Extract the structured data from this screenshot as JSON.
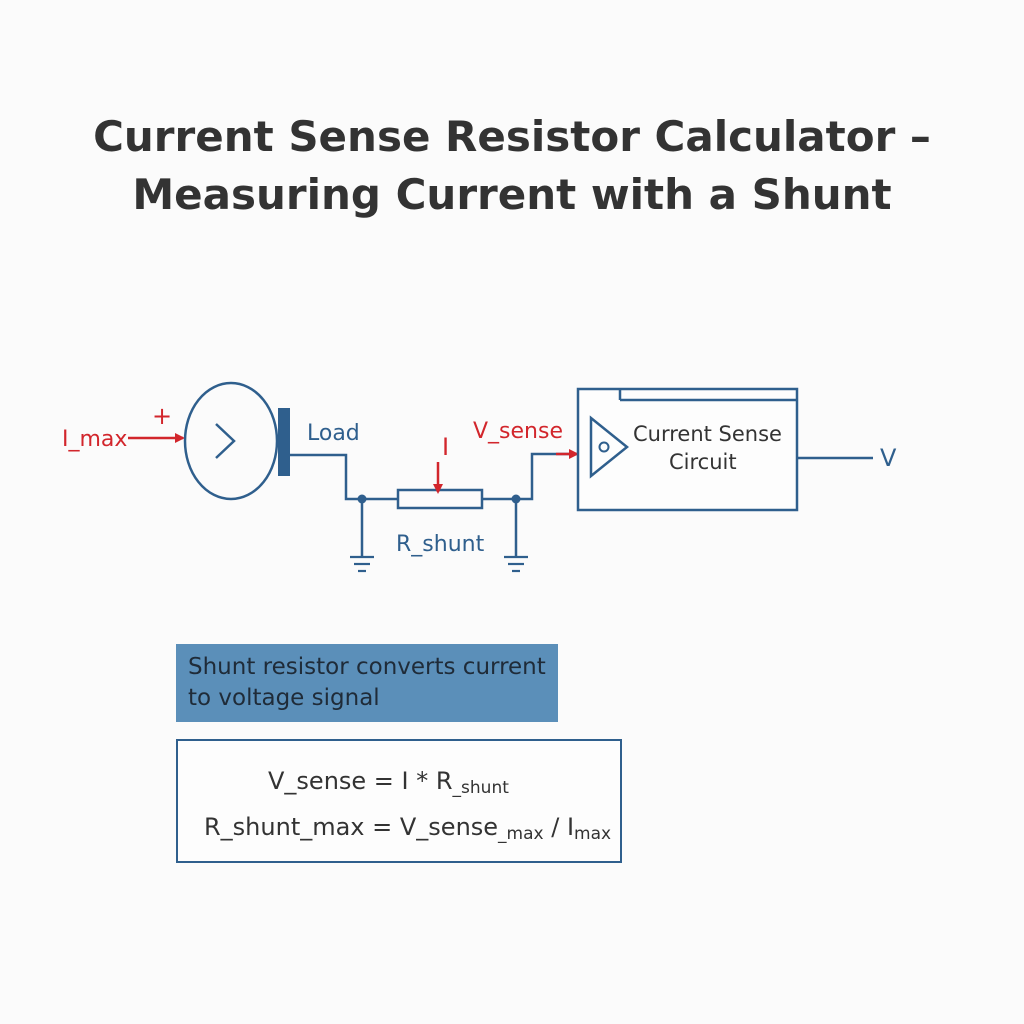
{
  "title": {
    "line1": "Current Sense Resistor Calculator –",
    "line2": "Measuring Current with a Shunt"
  },
  "circuit": {
    "source_label": "I_max",
    "plus_sign": "+",
    "load_label": "Load",
    "current_label": "I",
    "shunt_label": "R_shunt",
    "vsense_label": "V_sense",
    "block_label_line1": "Current Sense",
    "block_label_line2": "Circuit",
    "output_label": "V"
  },
  "note": {
    "line1": "Shunt resistor converts current",
    "line2": "to voltage signal"
  },
  "formulas": {
    "f1_main": "V_sense = I * R",
    "f1_sub": "_shunt",
    "f2_main": "R_shunt_max = V_sense",
    "f2_sub1": "_max",
    "f2_mid": " / I",
    "f2_sub2": "max"
  },
  "colors": {
    "wire": "#2f5f8d",
    "signal": "#d2262c",
    "note_fill": "#5b8fb9"
  }
}
